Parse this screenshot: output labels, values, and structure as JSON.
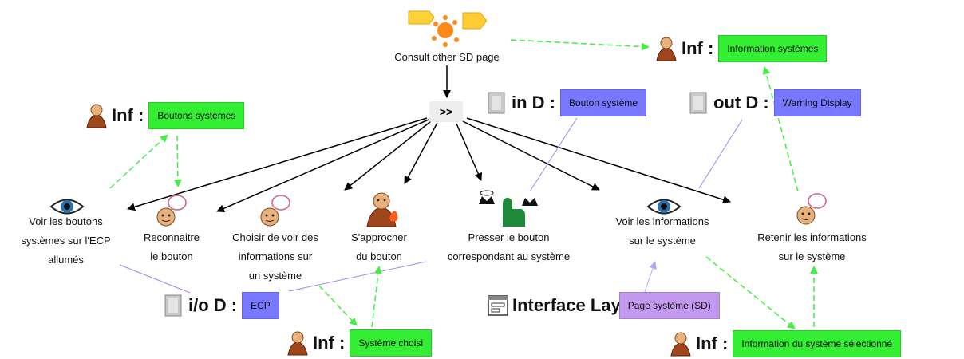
{
  "diagram": {
    "top": {
      "label": "Consult other SD page"
    },
    "hub": {
      "label": ">>"
    },
    "colors": {
      "inf_box": "#33ee33",
      "io_box": "#7777ff",
      "layout_box": "#c399f0",
      "edge_black": "#000000",
      "edge_green": "#44ee44",
      "edge_purple": "#9b8bf0"
    },
    "tasks": [
      {
        "id": "t1",
        "lines": [
          "Voir les boutons",
          "systèmes sur l'ECP",
          "allumés"
        ],
        "icon": "eye-icon"
      },
      {
        "id": "t2",
        "lines": [
          "Reconnaitre",
          "le bouton"
        ],
        "icon": "thinking-person-icon"
      },
      {
        "id": "t3",
        "lines": [
          "Choisir de voir des",
          "informations sur",
          "un système"
        ],
        "icon": "thinking-person-icon"
      },
      {
        "id": "t4",
        "lines": [
          "S'approcher",
          "du bouton"
        ],
        "icon": "monk-fire-icon"
      },
      {
        "id": "t5",
        "lines": [
          "Presser le bouton",
          "correspondant au système"
        ],
        "icon": "press-hand-icon"
      },
      {
        "id": "t6",
        "lines": [
          "Voir les informations",
          "sur le système"
        ],
        "icon": "eye-icon"
      },
      {
        "id": "t7",
        "lines": [
          "Retenir les informations",
          "sur le système"
        ],
        "icon": "thinking-person-icon"
      }
    ],
    "objects": [
      {
        "id": "o1",
        "prefix": "Inf :",
        "label": "Information systèmes",
        "kind": "inf"
      },
      {
        "id": "o2",
        "prefix": "Inf :",
        "label": "Boutons systèmes",
        "kind": "inf"
      },
      {
        "id": "o3",
        "prefix": "in D :",
        "label": "Bouton système",
        "kind": "io"
      },
      {
        "id": "o4",
        "prefix": "out D :",
        "label": "Warning Display",
        "kind": "io"
      },
      {
        "id": "o5",
        "prefix": "i/o D :",
        "label": "ECP",
        "kind": "io"
      },
      {
        "id": "o6",
        "prefix": "Interface Lay",
        "label": "Page système (SD)",
        "kind": "layout"
      },
      {
        "id": "o7",
        "prefix": "Inf :",
        "label": "Système choisi",
        "kind": "inf"
      },
      {
        "id": "o8",
        "prefix": "Inf :",
        "label": "Information du système sélectionné",
        "kind": "inf"
      }
    ]
  }
}
